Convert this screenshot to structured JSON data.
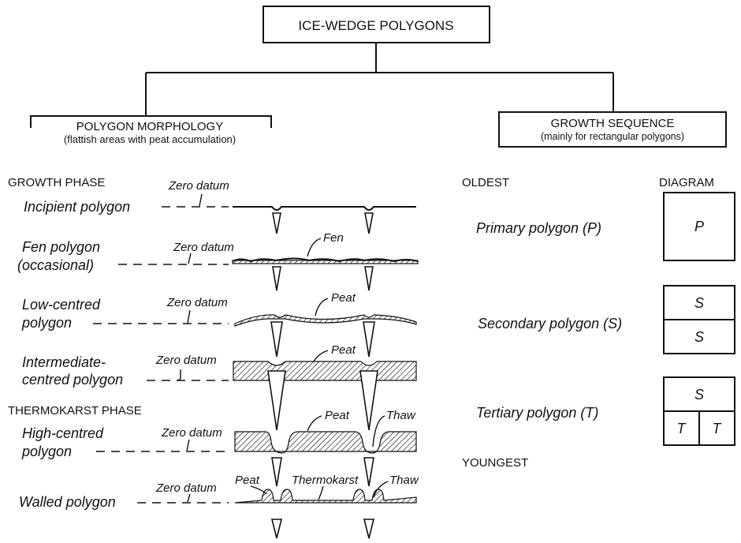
{
  "title": "ICE-WEDGE POLYGONS",
  "left_branch": {
    "heading": "POLYGON MORPHOLOGY",
    "subheading": "(flattish areas with peat accumulation)",
    "growth_phase_label": "GROWTH PHASE",
    "thermokarst_phase_label": "THERMOKARST PHASE",
    "rows": [
      {
        "name_lines": [
          "Incipient polygon"
        ],
        "datum": "Zero datum",
        "annotations": []
      },
      {
        "name_lines": [
          "Fen polygon",
          "(occasional)"
        ],
        "datum": "Zero datum",
        "annotations": [
          "Fen"
        ]
      },
      {
        "name_lines": [
          "Low-centred",
          "polygon"
        ],
        "datum": "Zero datum",
        "annotations": [
          "Peat"
        ]
      },
      {
        "name_lines": [
          "Intermediate-",
          "centred polygon"
        ],
        "datum": "Zero datum",
        "annotations": [
          "Peat"
        ]
      },
      {
        "name_lines": [
          "High-centred",
          "polygon"
        ],
        "datum": "Zero datum",
        "annotations": [
          "Peat",
          "Thaw"
        ]
      },
      {
        "name_lines": [
          "Walled polygon"
        ],
        "datum": "Zero datum",
        "annotations": [
          "Peat",
          "Thermokarst",
          "Thaw"
        ]
      }
    ]
  },
  "right_branch": {
    "heading": "GROWTH SEQUENCE",
    "subheading": "(mainly for rectangular polygons)",
    "oldest_label": "OLDEST",
    "youngest_label": "YOUNGEST",
    "diagram_label": "DIAGRAM",
    "polygons": [
      {
        "name": "Primary polygon (P)",
        "cells": [
          "P"
        ]
      },
      {
        "name": "Secondary polygon (S)",
        "cells": [
          "S",
          "S"
        ]
      },
      {
        "name": "Tertiary polygon (T)",
        "cells": [
          "S",
          "T",
          "T"
        ]
      }
    ]
  }
}
